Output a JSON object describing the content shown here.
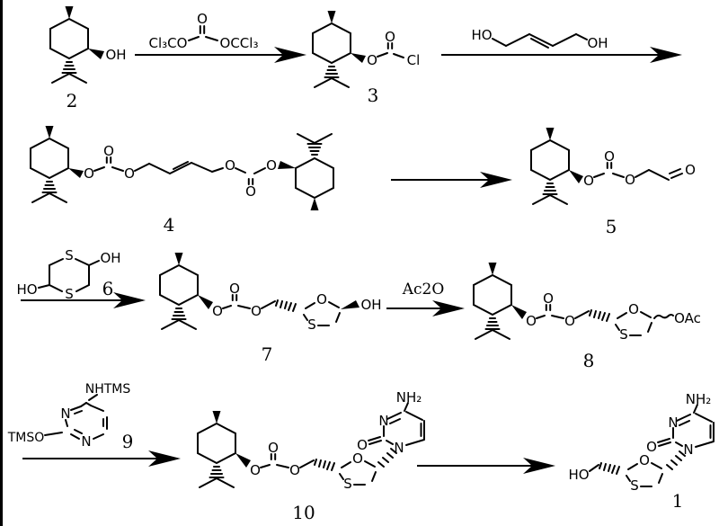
{
  "atoms": {
    "o": "O",
    "oh": "OH",
    "ho": "HO",
    "s": "S",
    "n": "N",
    "cl": "Cl",
    "nh2": "NH₂",
    "oac": "OAc",
    "nhtms": "NHTMS",
    "tmso": "TMSO",
    "cl3co": "Cl₃CO",
    "occl3": "OCCl₃"
  },
  "reagent_labels": {
    "ac2o": "Ac2O"
  },
  "compound_numbers": {
    "c1": "1",
    "c2": "2",
    "c3": "3",
    "c4": "4",
    "c5": "5",
    "c6": "6",
    "c7": "7",
    "c8": "8",
    "c9": "9",
    "c10": "10"
  },
  "colors": {
    "ink": "#000000",
    "background": "#ffffff"
  }
}
